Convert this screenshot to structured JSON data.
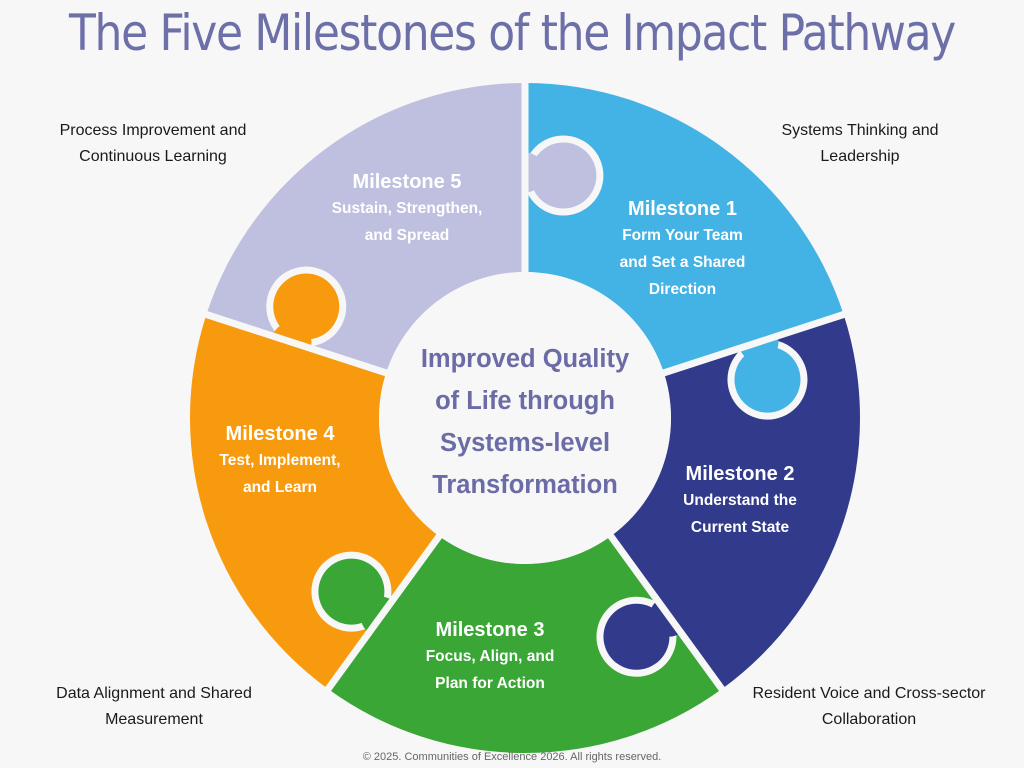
{
  "title": "The Five Milestones of the Impact Pathway",
  "center": {
    "lines": [
      "Improved Quality",
      "of Life through",
      "Systems-level",
      "Transformation"
    ]
  },
  "milestones": [
    {
      "label": "Milestone 1",
      "desc": [
        "Form Your Team",
        "and Set a Shared",
        "Direction"
      ],
      "color": "#43b2e4"
    },
    {
      "label": "Milestone 2",
      "desc": [
        "Understand the",
        "Current State"
      ],
      "color": "#313a8b"
    },
    {
      "label": "Milestone 3",
      "desc": [
        "Focus, Align, and",
        "Plan for Action"
      ],
      "color": "#3aa636"
    },
    {
      "label": "Milestone 4",
      "desc": [
        "Test, Implement,",
        "and Learn"
      ],
      "color": "#f79a0e"
    },
    {
      "label": "Milestone 5",
      "desc": [
        "Sustain, Strengthen,",
        "and Spread"
      ],
      "color": "#bfc0df"
    }
  ],
  "corners": {
    "top_left": [
      "Process Improvement and",
      "Continuous Learning"
    ],
    "top_right": [
      "Systems Thinking and",
      "Leadership"
    ],
    "bottom_left": [
      "Data Alignment and Shared",
      "Measurement"
    ],
    "bottom_right": [
      "Resident Voice and Cross-sector",
      "Collaboration"
    ]
  },
  "footer": "© 2025. Communities of Excellence 2026. All rights reserved.",
  "colors": {
    "background": "#f7f7f8",
    "title": "#6d6fa8",
    "center_text": "#6b6ca6"
  }
}
